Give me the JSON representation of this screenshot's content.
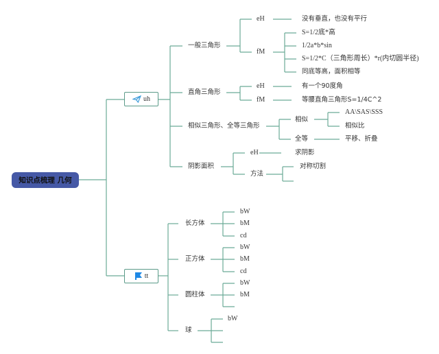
{
  "root": {
    "label": "知识点梳理 几何"
  },
  "branches": [
    {
      "label": "uh",
      "icon": "paper-plane-icon",
      "children": [
        {
          "label": "一般三角形",
          "children": [
            {
              "label": "eH",
              "children": [
                "没有垂直，也没有平行"
              ]
            },
            {
              "label": "fM",
              "children": [
                "S=1/2底*高",
                "1/2a*b*sin",
                "S=1/2*C（三角形周长）*r(内切圆半径)",
                "同底等高，面积相等"
              ]
            }
          ]
        },
        {
          "label": "直角三角形",
          "children": [
            {
              "label": "eH",
              "children": [
                "有一个90度角"
              ]
            },
            {
              "label": "fM",
              "children": [
                "等腰直角三角形S=1/4C^2"
              ]
            }
          ]
        },
        {
          "label": "相似三角形、全等三角形",
          "children": [
            {
              "label": "相似",
              "children": [
                "AA\\SAS\\SSS",
                "相似比"
              ]
            },
            {
              "label": "全等",
              "children": [
                "平移、折叠"
              ]
            }
          ]
        },
        {
          "label": "阴影面积",
          "children": [
            {
              "label": "eH",
              "children": [
                "求阴影"
              ]
            },
            {
              "label": "方法",
              "children": [
                "对称切割",
                ""
              ]
            }
          ]
        }
      ]
    },
    {
      "label": "tt",
      "icon": "flag-icon",
      "children": [
        {
          "label": "长方体",
          "children": [
            "bW",
            "bM",
            "cd"
          ]
        },
        {
          "label": "正方体",
          "children": [
            "bW",
            "bM",
            "cd"
          ]
        },
        {
          "label": "圆柱体",
          "children": [
            "bW",
            "bM",
            ""
          ]
        },
        {
          "label": "球",
          "children": [
            "bW",
            "",
            ""
          ]
        }
      ]
    }
  ],
  "colors": {
    "line": "#6aaa96",
    "root_fill": "#4659a6",
    "box_border": "#5a9a88",
    "flag": "#1e88e5",
    "plane": "#3a9ad9"
  }
}
